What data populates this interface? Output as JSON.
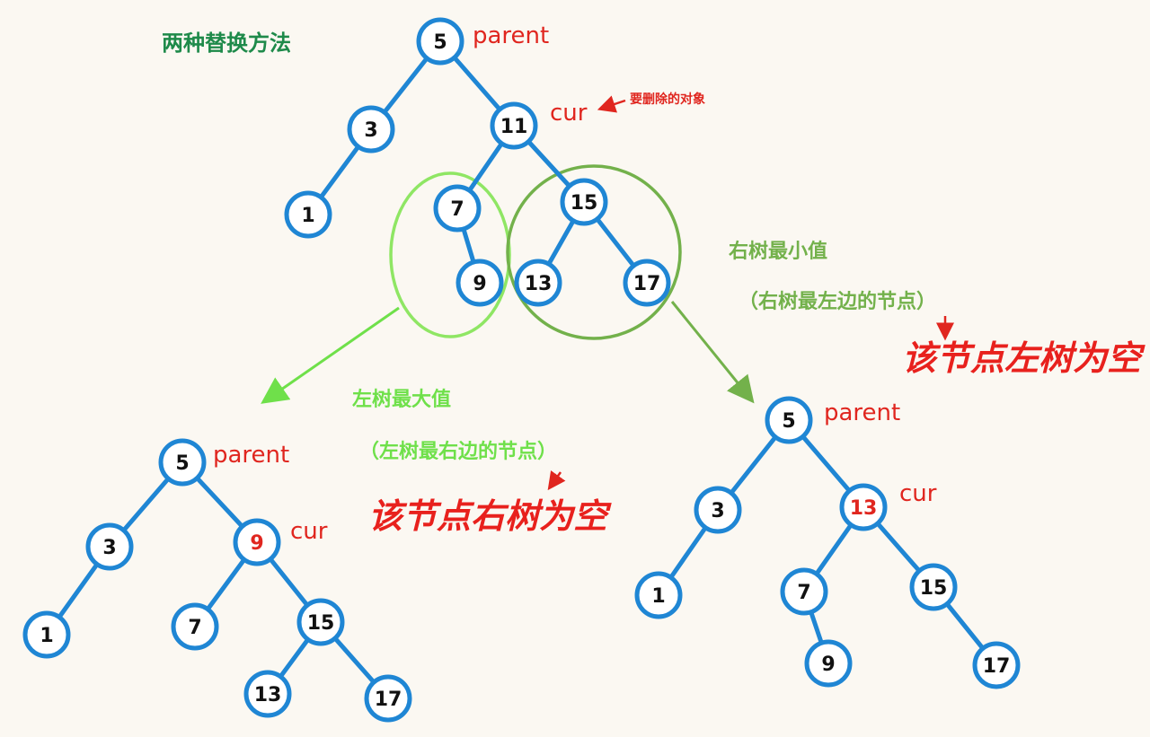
{
  "title": "两种替换方法",
  "labels": {
    "parent": "parent",
    "cur": "cur",
    "delete_note": "要删除的对象"
  },
  "left_method": {
    "heading": "左树最大值",
    "subheading": "（左树最右边的节点）",
    "note": "该节点右树为空"
  },
  "right_method": {
    "heading": "右树最小值",
    "subheading": "（右树最左边的节点）",
    "note": "该节点左树为空"
  },
  "colors": {
    "node_stroke": "#1f86d4",
    "highlight": "#e0261f",
    "title_green": "#1e8a4a",
    "left_green": "#6fe04a",
    "right_green": "#73b14b"
  },
  "trees": {
    "original": {
      "nodes": [
        {
          "id": "o5",
          "value": "5"
        },
        {
          "id": "o3",
          "value": "3"
        },
        {
          "id": "o11",
          "value": "11"
        },
        {
          "id": "o1",
          "value": "1"
        },
        {
          "id": "o7",
          "value": "7"
        },
        {
          "id": "o15",
          "value": "15"
        },
        {
          "id": "o9",
          "value": "9"
        },
        {
          "id": "o13",
          "value": "13"
        },
        {
          "id": "o17",
          "value": "17"
        }
      ]
    },
    "left_result": {
      "nodes": [
        {
          "id": "l5",
          "value": "5"
        },
        {
          "id": "l3",
          "value": "3"
        },
        {
          "id": "l9",
          "value": "9",
          "highlight": true
        },
        {
          "id": "l1",
          "value": "1"
        },
        {
          "id": "l7",
          "value": "7"
        },
        {
          "id": "l15",
          "value": "15"
        },
        {
          "id": "l13",
          "value": "13"
        },
        {
          "id": "l17",
          "value": "17"
        }
      ]
    },
    "right_result": {
      "nodes": [
        {
          "id": "r5",
          "value": "5"
        },
        {
          "id": "r3",
          "value": "3"
        },
        {
          "id": "r13",
          "value": "13",
          "highlight": true
        },
        {
          "id": "r1",
          "value": "1"
        },
        {
          "id": "r7",
          "value": "7"
        },
        {
          "id": "r15",
          "value": "15"
        },
        {
          "id": "r9",
          "value": "9"
        },
        {
          "id": "r17",
          "value": "17"
        }
      ]
    }
  }
}
